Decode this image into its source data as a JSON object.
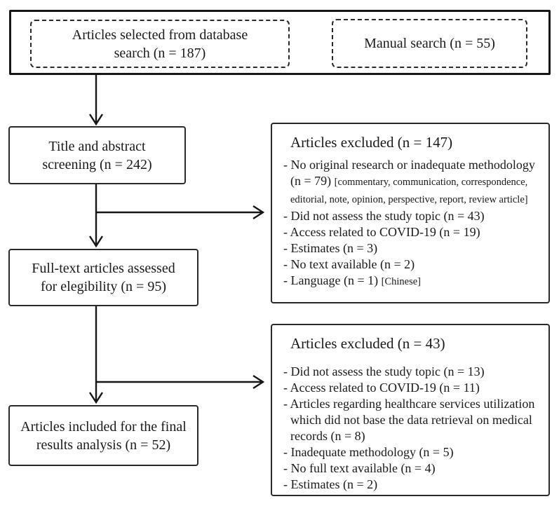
{
  "identification": {
    "database_search_lines": [
      "Articles selected from database",
      "search (n = 187)"
    ],
    "manual_search": "Manual search (n = 55)"
  },
  "screening": {
    "label_lines": [
      "Title and abstract",
      "screening (n = 242)"
    ]
  },
  "eligibility": {
    "label_lines": [
      "Full-text articles assessed",
      "for elegibility (n = 95)"
    ]
  },
  "included": {
    "label_lines": [
      "Articles included for the final",
      "results analysis (n = 52)"
    ]
  },
  "excluded_first": {
    "title": "Articles excluded (n = 147)",
    "items": [
      {
        "text": "- No original research or inadequate methodology (n = 79) ",
        "note": "[commentary, communication, correspondence, editorial, note, opinion, perspective, report, review article]"
      },
      {
        "text": "- Did not assess the study topic (n = 43)",
        "note": ""
      },
      {
        "text": "- Access related to COVID-19 (n = 19)",
        "note": ""
      },
      {
        "text": "- Estimates (n = 3)",
        "note": ""
      },
      {
        "text": "- No text available (n = 2)",
        "note": ""
      },
      {
        "text": "- Language (n = 1) ",
        "note": "[Chinese]"
      }
    ]
  },
  "excluded_second": {
    "title": "Articles excluded (n = 43)",
    "items": [
      {
        "text": "- Did not assess the study topic (n = 13)",
        "note": ""
      },
      {
        "text": "- Access related to COVID-19 (n = 11)",
        "note": ""
      },
      {
        "text": "- Articles regarding healthcare services utilization which did not base the data retrieval on medical records  (n = 8)",
        "note": ""
      },
      {
        "text": "- Inadequate methodology (n = 5)",
        "note": ""
      },
      {
        "text": "- No full text available (n = 4)",
        "note": ""
      },
      {
        "text": "- Estimates (n = 2)",
        "note": ""
      }
    ]
  },
  "colors": {
    "line": "#161616",
    "text": "#1a1a1a",
    "background": "#ffffff"
  }
}
